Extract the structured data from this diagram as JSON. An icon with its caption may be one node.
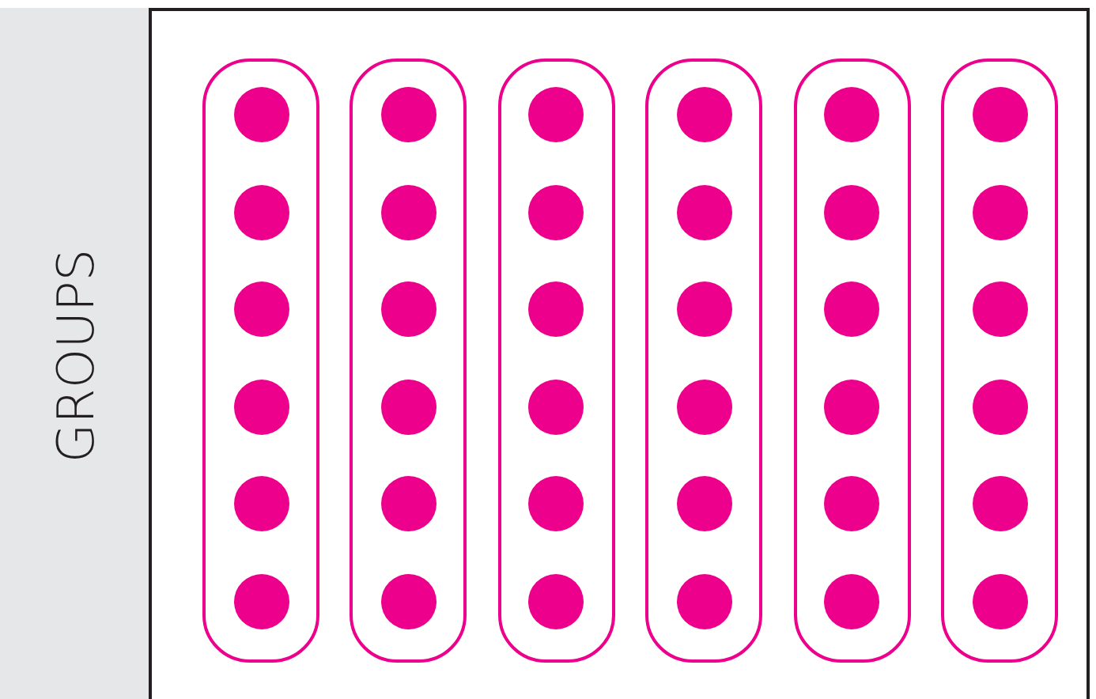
{
  "diagram": {
    "nodes": [
      {
        "text": [
          "GROUPS"
        ]
      },
      {
        "text": [],
        "shape": "box"
      },
      {
        "text": [],
        "shape": "circle",
        "in": 1
      },
      {
        "text": [],
        "shape": "circle",
        "in": 1
      },
      {
        "text": [],
        "shape": "circle",
        "in": 1
      },
      {
        "text": [],
        "shape": "circle",
        "in": 1
      },
      {
        "text": [],
        "shape": "circle",
        "in": 1
      },
      {
        "text": [],
        "shape": "circle",
        "in": 1
      },
      {
        "text": [],
        "shape": "box"
      },
      {
        "text": [],
        "shape": "circle",
        "in": 8
      },
      {
        "text": [],
        "shape": "circle",
        "in": 8
      },
      {
        "text": [],
        "shape": "circle",
        "in": 8
      },
      {
        "text": [],
        "shape": "circle",
        "in": 8
      },
      {
        "text": [],
        "shape": "circle",
        "in": 8
      },
      {
        "text": [],
        "shape": "circle",
        "in": 8
      },
      {
        "text": [],
        "shape": "box"
      },
      {
        "text": [],
        "shape": "circle",
        "in": 15
      },
      {
        "text": [],
        "shape": "circle",
        "in": 15
      },
      {
        "text": [],
        "shape": "circle",
        "in": 15
      },
      {
        "text": [],
        "shape": "circle",
        "in": 15
      },
      {
        "text": [],
        "shape": "circle",
        "in": 15
      },
      {
        "text": [],
        "shape": "circle",
        "in": 15
      },
      {
        "text": [],
        "shape": "box"
      },
      {
        "text": [],
        "shape": "circle",
        "in": 22
      },
      {
        "text": [],
        "shape": "circle",
        "in": 22
      },
      {
        "text": [],
        "shape": "circle",
        "in": 22
      },
      {
        "text": [],
        "shape": "circle",
        "in": 22
      },
      {
        "text": [],
        "shape": "circle",
        "in": 22
      },
      {
        "text": [],
        "shape": "circle",
        "in": 22
      },
      {
        "text": [],
        "shape": "box"
      },
      {
        "text": [],
        "shape": "circle",
        "in": 29
      },
      {
        "text": [],
        "shape": "circle",
        "in": 29
      },
      {
        "text": [],
        "shape": "circle",
        "in": 29
      },
      {
        "text": [],
        "shape": "circle",
        "in": 29
      },
      {
        "text": [],
        "shape": "circle",
        "in": 29
      },
      {
        "text": [],
        "shape": "circle",
        "in": 29
      },
      {
        "text": [],
        "shape": "box"
      },
      {
        "text": [],
        "shape": "circle",
        "in": 36
      },
      {
        "text": [],
        "shape": "circle",
        "in": 36
      },
      {
        "text": [],
        "shape": "circle",
        "in": 36
      },
      {
        "text": [],
        "shape": "circle",
        "in": 36
      },
      {
        "text": [],
        "shape": "circle",
        "in": 36
      },
      {
        "text": [],
        "shape": "circle",
        "in": 36
      }
    ]
  }
}
